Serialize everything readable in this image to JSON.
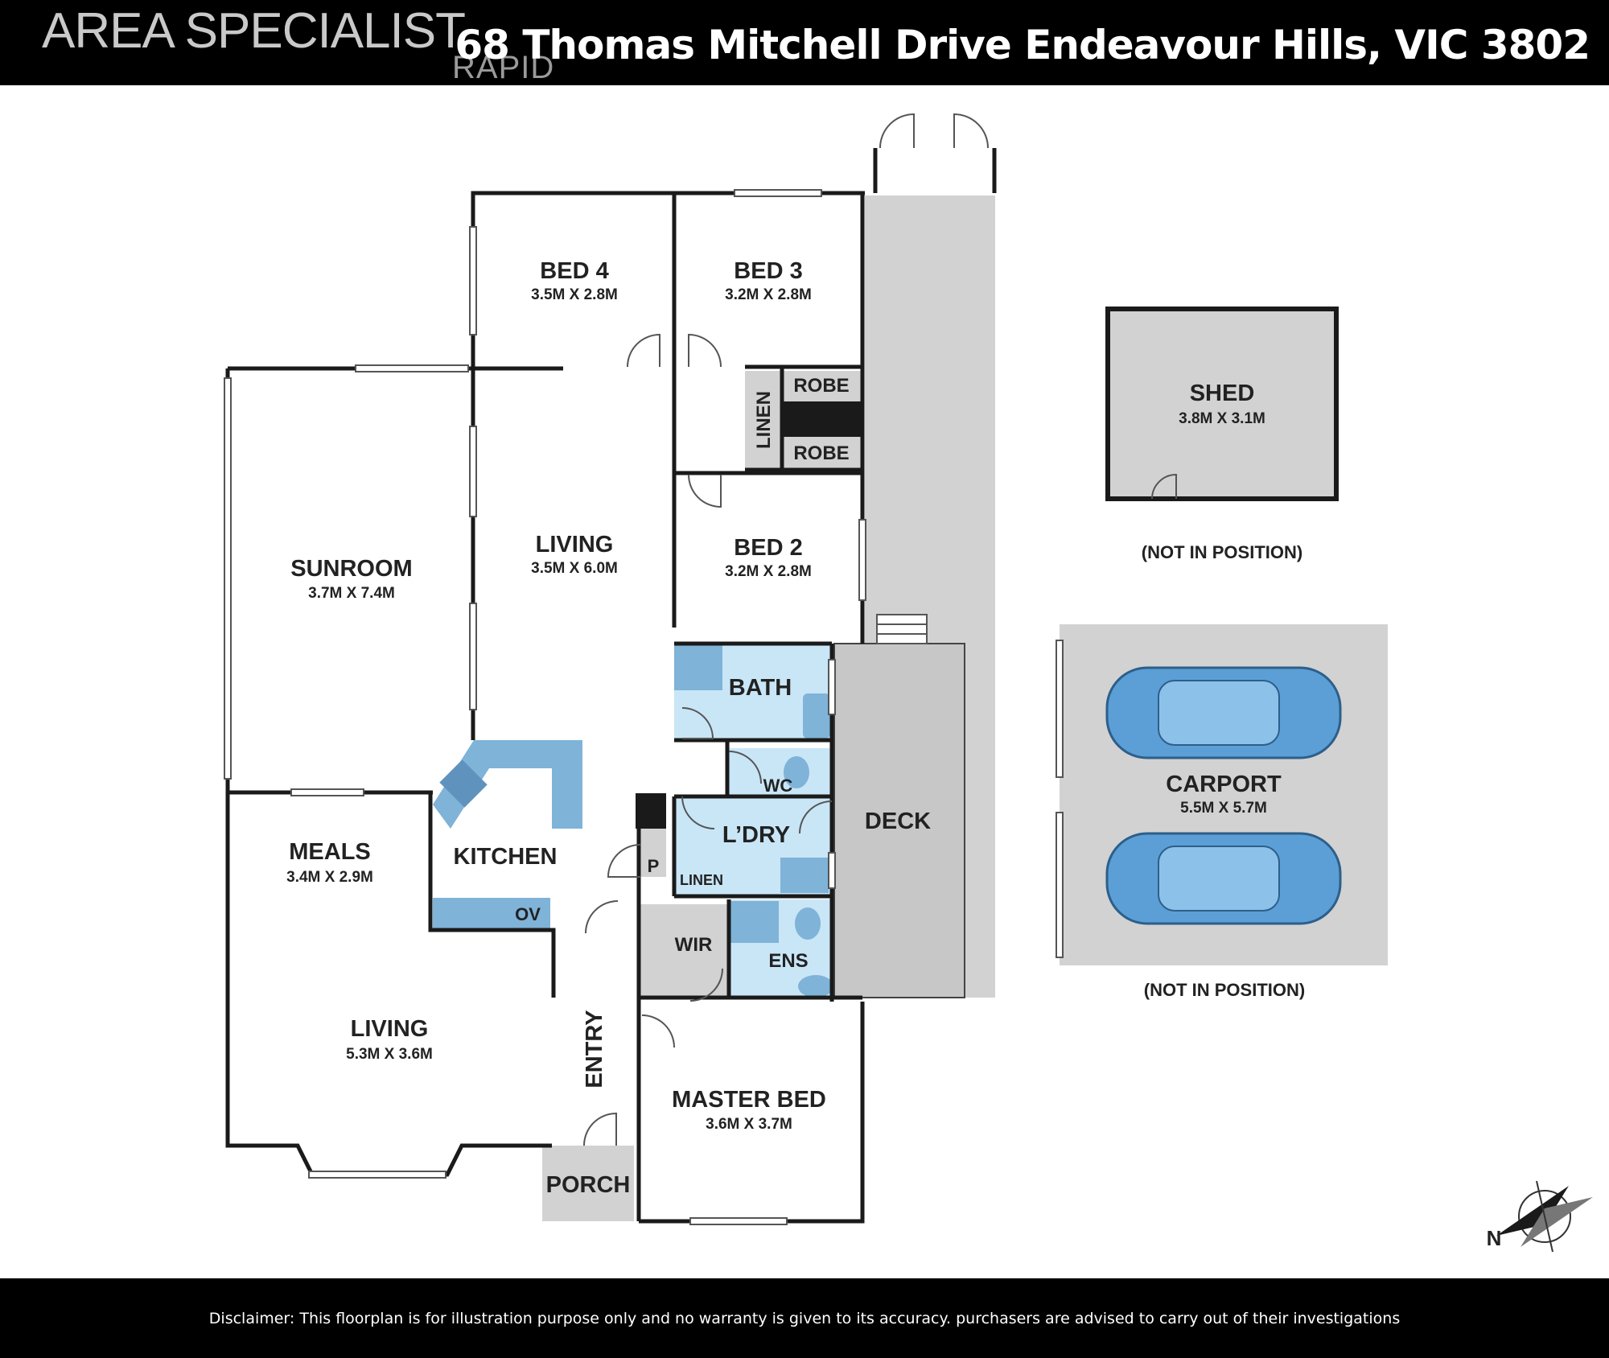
{
  "header": {
    "brand": "AREA SPECIALIST",
    "brand_sub": "RAPID",
    "address": "68 Thomas Mitchell Drive Endeavour Hills, VIC 3802"
  },
  "rooms": {
    "bed4": {
      "name": "BED 4",
      "dims": "3.5M X 2.8M"
    },
    "bed3": {
      "name": "BED 3",
      "dims": "3.2M X 2.8M"
    },
    "robe1": {
      "name": "ROBE"
    },
    "robe2": {
      "name": "ROBE"
    },
    "linen": {
      "name": "LINEN"
    },
    "sunroom": {
      "name": "SUNROOM",
      "dims": "3.7M X 7.4M"
    },
    "living_top": {
      "name": "LIVING",
      "dims": "3.5M X 6.0M"
    },
    "bed2": {
      "name": "BED 2",
      "dims": "3.2M X 2.8M"
    },
    "bath": {
      "name": "BATH"
    },
    "wc": {
      "name": "WC"
    },
    "laundry": {
      "name": "L’DRY"
    },
    "pantry": {
      "name": "P"
    },
    "linen2": {
      "name": "LINEN"
    },
    "kitchen": {
      "name": "KITCHEN"
    },
    "oven": {
      "name": "OV"
    },
    "meals": {
      "name": "MEALS",
      "dims": "3.4M X 2.9M"
    },
    "living_bottom": {
      "name": "LIVING",
      "dims": "5.3M X 3.6M"
    },
    "entry": {
      "name": "ENTRY"
    },
    "wir": {
      "name": "WIR"
    },
    "ensuite": {
      "name": "ENS"
    },
    "master": {
      "name": "MASTER BED",
      "dims": "3.6M X 3.7M"
    },
    "porch": {
      "name": "PORCH"
    },
    "deck": {
      "name": "DECK"
    },
    "shed": {
      "name": "SHED",
      "dims": "3.8M X 3.1M",
      "note": "(NOT IN POSITION)"
    },
    "carport": {
      "name": "CARPORT",
      "dims": "5.5M X 5.7M",
      "note": "(NOT IN POSITION)"
    }
  },
  "compass": {
    "label": "N"
  },
  "footer": {
    "disclaimer": "Disclaimer: This floorplan is for illustration purpose only and no warranty is given to its accuracy. purchasers are advised to carry out of their investigations"
  },
  "colors": {
    "wet_area": "#c9e6f7",
    "fixture": "#7fb3d8",
    "outdoor": "#d2d2d2",
    "wall": "#1a1a1a",
    "car": "#5b9fd6"
  }
}
